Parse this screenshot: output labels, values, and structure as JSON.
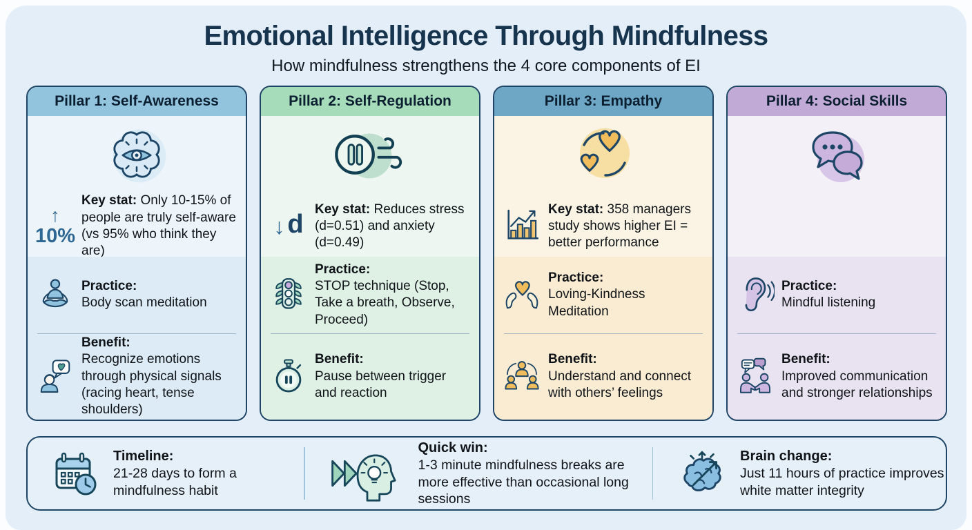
{
  "colors": {
    "page": "#fbfdff",
    "canvas": "#e4eef8",
    "card_border": "#1e4566",
    "title": "#17344e",
    "subtitle": "#101820",
    "stat_accent": "#2e6794",
    "footer_bg": "#e6f0f9",
    "footer_divider": "#9fc3dd"
  },
  "header": {
    "title": "Emotional Intelligence Through Mindfulness",
    "subtitle": "How mindfulness strengthens the 4 core components of EI"
  },
  "pillars": [
    {
      "title": "Pillar 1: Self-Awareness",
      "hero_icon": "brain-eye-icon",
      "stat_marker": {
        "symbol": "↑",
        "value": "10%"
      },
      "key_stat": {
        "label": "Key stat:",
        "text": "Only 10-15% of people are truly self-aware (vs 95% who think they are)"
      },
      "practice": {
        "label": "Practice:",
        "text": "Body scan meditation",
        "icon": "meditation-icon"
      },
      "benefit": {
        "label": "Benefit:",
        "text": "Recognize emotions through physical signals (racing heart, tense shoulders)",
        "icon": "person-emotion-speech-icon"
      },
      "colors": {
        "header": "#92c4de",
        "body": "#edf4fa",
        "section": "#dcebf5"
      }
    },
    {
      "title": "Pillar 2: Self-Regulation",
      "hero_icon": "pause-breath-icon",
      "stat_marker": {
        "symbol": "↓",
        "value": "d"
      },
      "key_stat": {
        "label": "Key stat:",
        "text": "Reduces stress (d=0.51) and anxiety (d=0.49)"
      },
      "practice": {
        "label": "Practice:",
        "text": "STOP technique (Stop, Take a breath, Observe, Proceed)",
        "icon": "traffic-light-icon"
      },
      "benefit": {
        "label": "Benefit:",
        "text": "Pause between trigger and reaction",
        "icon": "stopwatch-icon"
      },
      "colors": {
        "header": "#a6dcba",
        "body": "#edf6f0",
        "section": "#dff0e5"
      }
    },
    {
      "title": "Pillar 3: Empathy",
      "hero_icon": "hearts-exchange-icon",
      "key_stat": {
        "label": "Key stat:",
        "text": "358 managers study shows higher EI = better performance",
        "icon": "growth-chart-icon"
      },
      "practice": {
        "label": "Practice:",
        "text": "Loving-Kindness Meditation",
        "icon": "hands-heart-icon"
      },
      "benefit": {
        "label": "Benefit:",
        "text": "Understand and connect with others’ feelings",
        "icon": "people-group-icon"
      },
      "colors": {
        "header": "#6ea7c6",
        "body": "#fbf4e4",
        "section": "#f9ecd2"
      }
    },
    {
      "title": "Pillar 4: Social Skills",
      "hero_icon": "chat-bubbles-icon",
      "practice": {
        "label": "Practice:",
        "text": "Mindful listening",
        "icon": "listening-ear-icon"
      },
      "benefit": {
        "label": "Benefit:",
        "text": "Improved communication and stronger relationships",
        "icon": "handshake-conversation-icon"
      },
      "colors": {
        "header": "#c2aad7",
        "body": "#f4f0f8",
        "section": "#e9e3f1"
      }
    }
  ],
  "footer": {
    "items": [
      {
        "label": "Timeline:",
        "text": "21-28 days to form a mindfulness habit",
        "icon": "calendar-clock-icon"
      },
      {
        "label": "Quick win:",
        "text": "1-3 minute mindfulness breaks are more effective than occasional long sessions",
        "icon": "quick-mindful-break-icon"
      },
      {
        "label": "Brain change:",
        "text": "Just 11 hours of practice improves white matter integrity",
        "icon": "brain-growth-icon"
      }
    ]
  }
}
